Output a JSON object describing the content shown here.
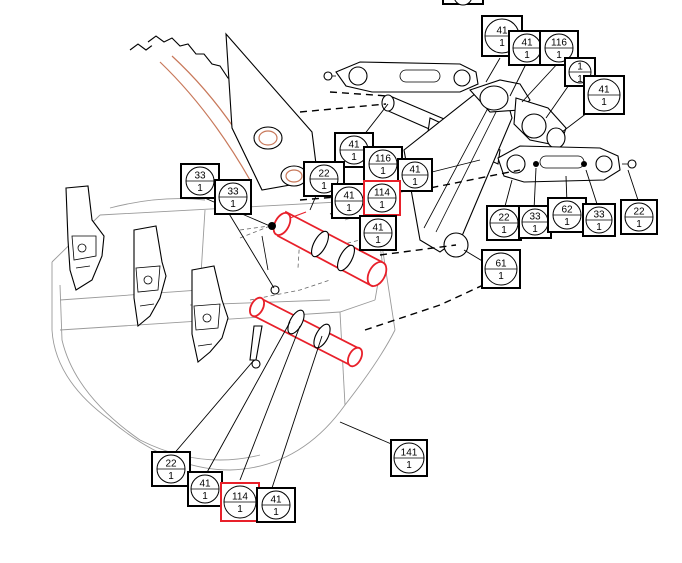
{
  "diagram": {
    "highlight_color": "#e8202a",
    "balloons": [
      {
        "id": "b-41-a",
        "label": "41",
        "qty": "1",
        "highlight": false
      },
      {
        "id": "b-41-b",
        "label": "41",
        "qty": "1",
        "highlight": false
      },
      {
        "id": "b-116-a",
        "label": "116",
        "qty": "1",
        "highlight": false
      },
      {
        "id": "b-1-a",
        "label": "1",
        "qty": "1",
        "highlight": false
      },
      {
        "id": "b-41-c",
        "label": "41",
        "qty": "1",
        "highlight": false
      },
      {
        "id": "b-41-d",
        "label": "41",
        "qty": "1",
        "highlight": false
      },
      {
        "id": "b-116-b",
        "label": "116",
        "qty": "1",
        "highlight": false
      },
      {
        "id": "b-41-e",
        "label": "41",
        "qty": "1",
        "highlight": false
      },
      {
        "id": "b-22-a",
        "label": "22",
        "qty": "1",
        "highlight": false
      },
      {
        "id": "b-33-a",
        "label": "33",
        "qty": "1",
        "highlight": false
      },
      {
        "id": "b-33-b",
        "label": "33",
        "qty": "1",
        "highlight": false
      },
      {
        "id": "b-41-f",
        "label": "41",
        "qty": "1",
        "highlight": false
      },
      {
        "id": "b-114-a",
        "label": "114",
        "qty": "1",
        "highlight": true
      },
      {
        "id": "b-41-g",
        "label": "41",
        "qty": "1",
        "highlight": false
      },
      {
        "id": "b-22-b",
        "label": "22",
        "qty": "1",
        "highlight": false
      },
      {
        "id": "b-33-c",
        "label": "33",
        "qty": "1",
        "highlight": false
      },
      {
        "id": "b-62",
        "label": "62",
        "qty": "1",
        "highlight": false
      },
      {
        "id": "b-33-d",
        "label": "33",
        "qty": "1",
        "highlight": false
      },
      {
        "id": "b-22-c",
        "label": "22",
        "qty": "1",
        "highlight": false
      },
      {
        "id": "b-61",
        "label": "61",
        "qty": "1",
        "highlight": false
      },
      {
        "id": "b-141",
        "label": "141",
        "qty": "1",
        "highlight": false
      },
      {
        "id": "b-22-d",
        "label": "22",
        "qty": "1",
        "highlight": false
      },
      {
        "id": "b-41-h",
        "label": "41",
        "qty": "1",
        "highlight": false
      },
      {
        "id": "b-114-b",
        "label": "114",
        "qty": "1",
        "highlight": true
      },
      {
        "id": "b-41-i",
        "label": "41",
        "qty": "1",
        "highlight": false
      }
    ]
  }
}
